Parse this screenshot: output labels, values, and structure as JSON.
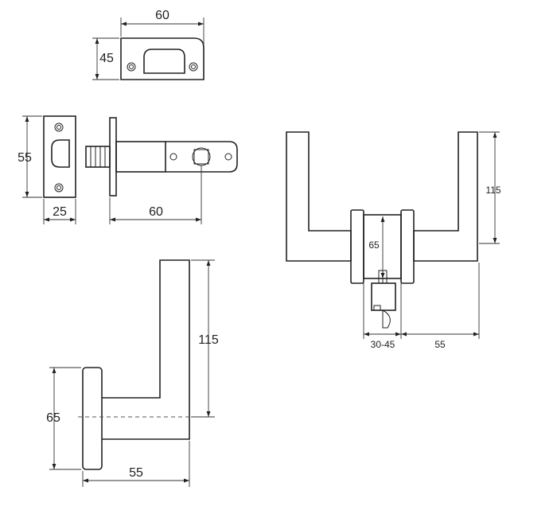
{
  "strike_plate": {
    "width_label": "60",
    "height_label": "45"
  },
  "latch": {
    "faceplate_height_label": "55",
    "faceplate_width_label": "25",
    "backset_label": "60"
  },
  "lever_front": {
    "height_label": "115",
    "rose_label": "65",
    "door_thickness_label": "30-45",
    "projection_label": "55"
  },
  "lever_side": {
    "height_label": "115",
    "rose_label": "65",
    "projection_label": "55"
  },
  "colors": {
    "line": "#222222",
    "background": "#ffffff"
  }
}
